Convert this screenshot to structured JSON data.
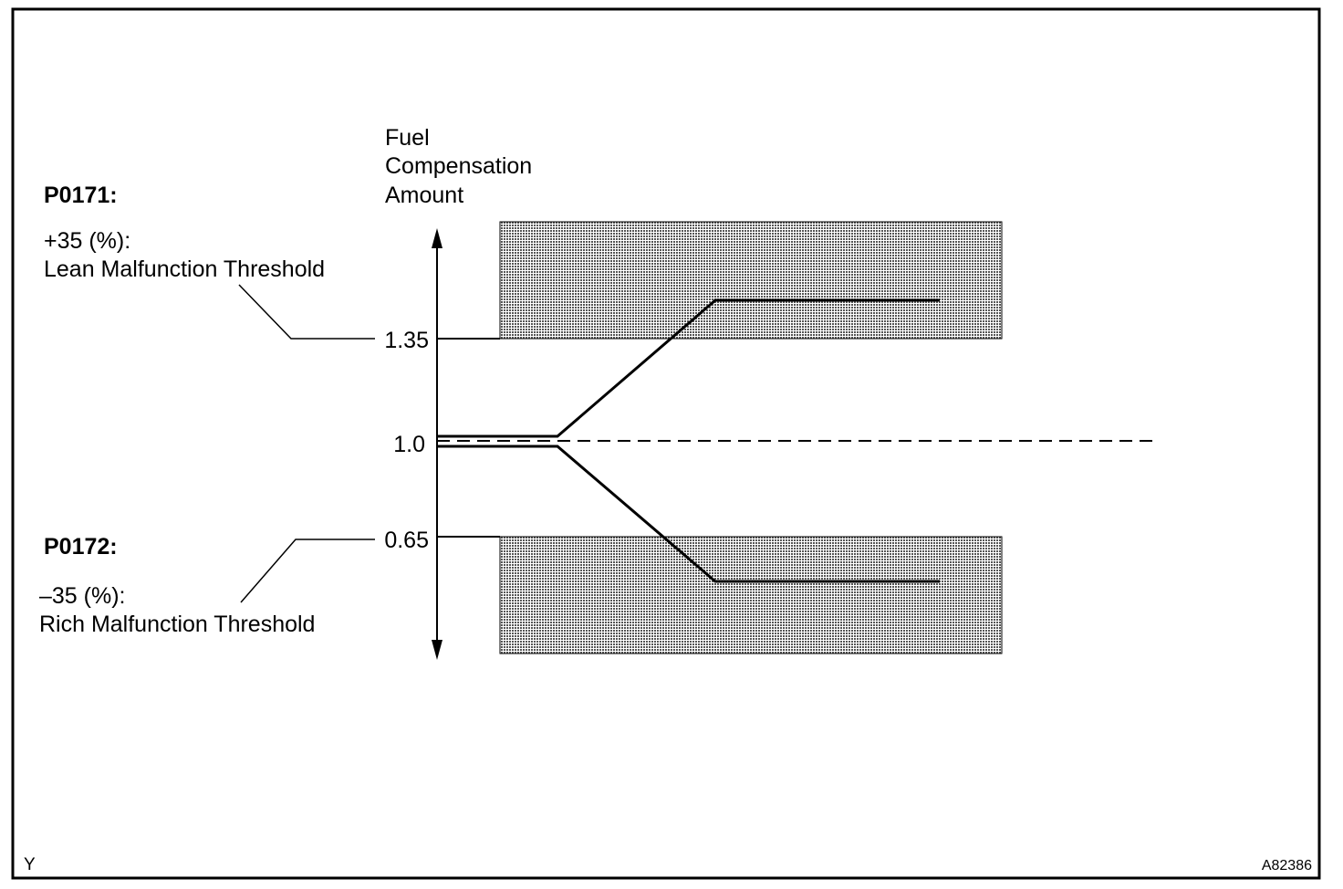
{
  "y_axis": {
    "title_lines": [
      "Fuel",
      "Compensation",
      "Amount"
    ],
    "ticks": [
      "1.35",
      "1.0",
      "0.65"
    ]
  },
  "lean": {
    "code": "P0171:",
    "value": "+35 (%):",
    "description": "Lean Malfunction Threshold"
  },
  "rich": {
    "code": "P0172:",
    "value": "–35 (%):",
    "description": "Rich Malfunction Threshold"
  },
  "corner_left": "Y",
  "figure_id": "A82386",
  "colors": {
    "line": "#000000",
    "shaded_region": "#b3b3b3",
    "background": "#ffffff"
  }
}
